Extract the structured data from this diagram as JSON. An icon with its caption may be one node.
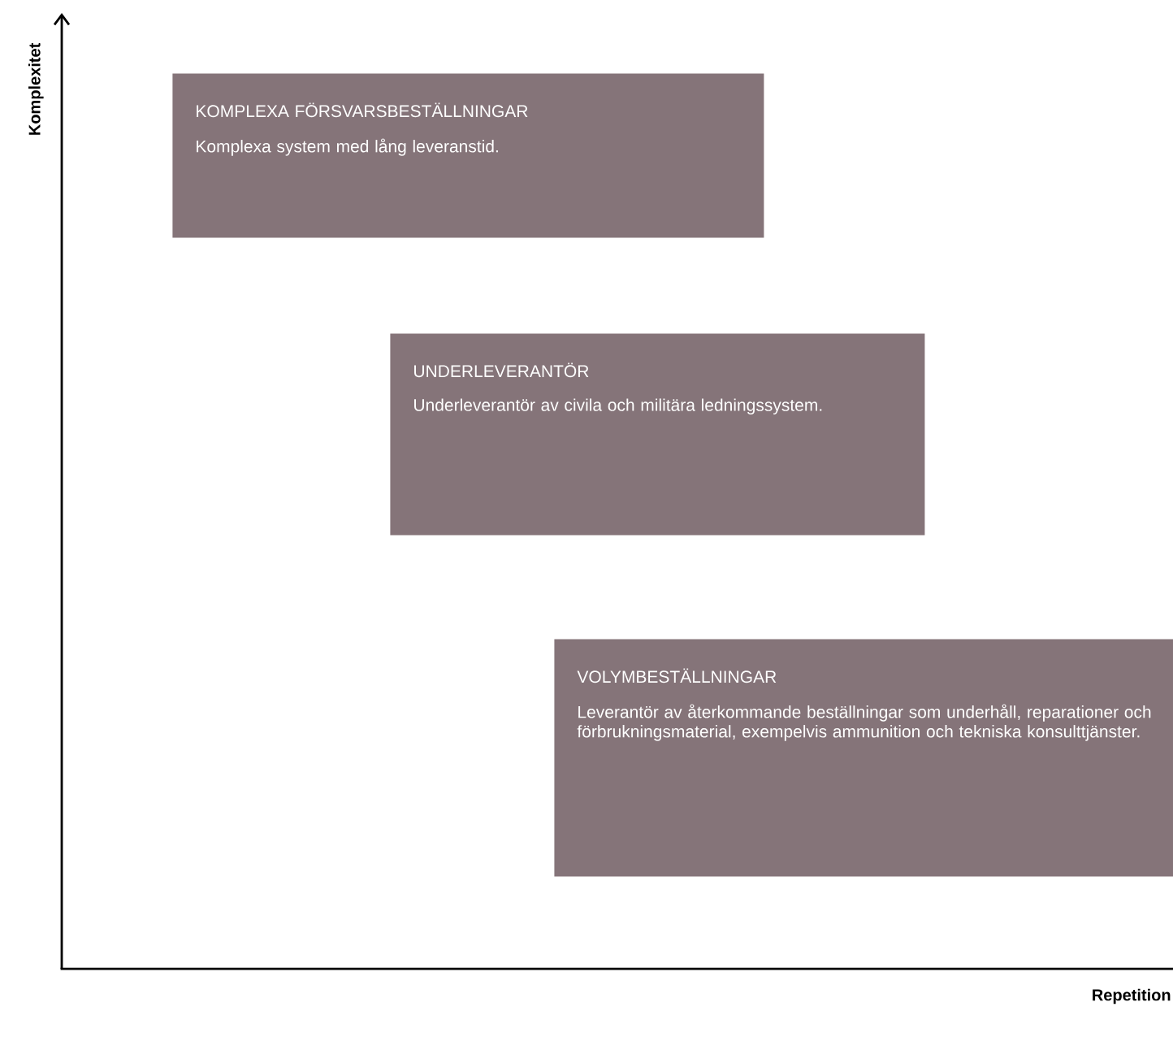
{
  "diagram": {
    "nodes": [
      {
        "text": [
          "KOMPLEXA FÖRSVARSBESTÄLLNINGAR",
          "Komplexa system med lång leveranstid."
        ]
      },
      {
        "text": [
          "UNDERLEVERANTÖR",
          "Underleverantör av civila och militära ledningssystem."
        ]
      },
      {
        "text": [
          "VOLYMBESTÄLLNINGAR",
          "Leverantör av återkommande beställningar som underhåll, reparationer och förbrukningsmaterial, exempelvis ammunition och tekniska konsulttjänster."
        ]
      }
    ],
    "labels": [
      "Komplexitet",
      "Repetition"
    ]
  }
}
